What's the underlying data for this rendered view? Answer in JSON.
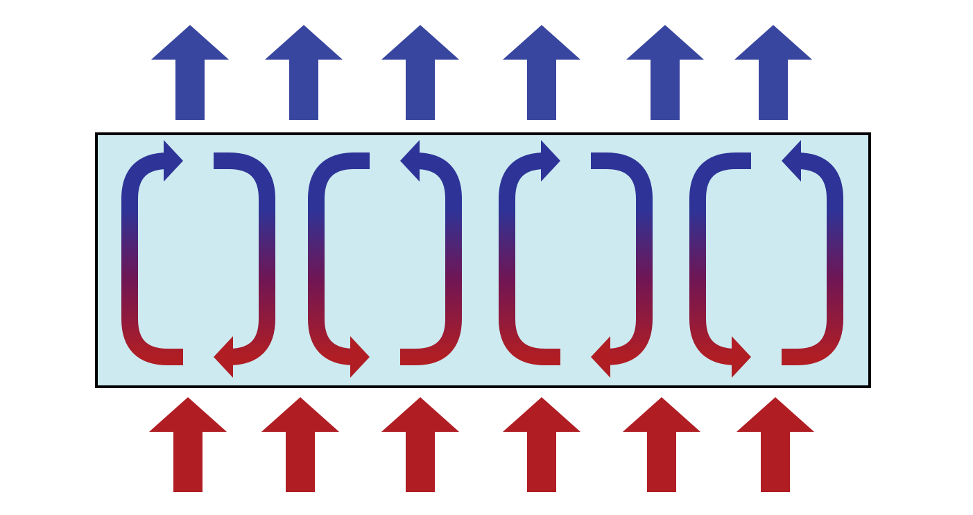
{
  "colors": {
    "background": "#ffffff",
    "cool": "#38469f",
    "cool_arrow": "#2e3497",
    "warm": "#b01e24",
    "layer_fill": "#cceaf0",
    "layer_border": "#000000"
  },
  "icons": {
    "outgoing": "arrow-up-icon",
    "incoming": "arrow-up-icon",
    "cell": "circulation-loop-icon"
  },
  "outgoing_arrow_count": 6,
  "incoming_arrow_count": 6,
  "convection_cells": [
    {
      "top_arrow": "right",
      "bottom_arrow": "left"
    },
    {
      "top_arrow": "left",
      "bottom_arrow": "right"
    },
    {
      "top_arrow": "right",
      "bottom_arrow": "left"
    },
    {
      "top_arrow": "left",
      "bottom_arrow": "right"
    }
  ]
}
